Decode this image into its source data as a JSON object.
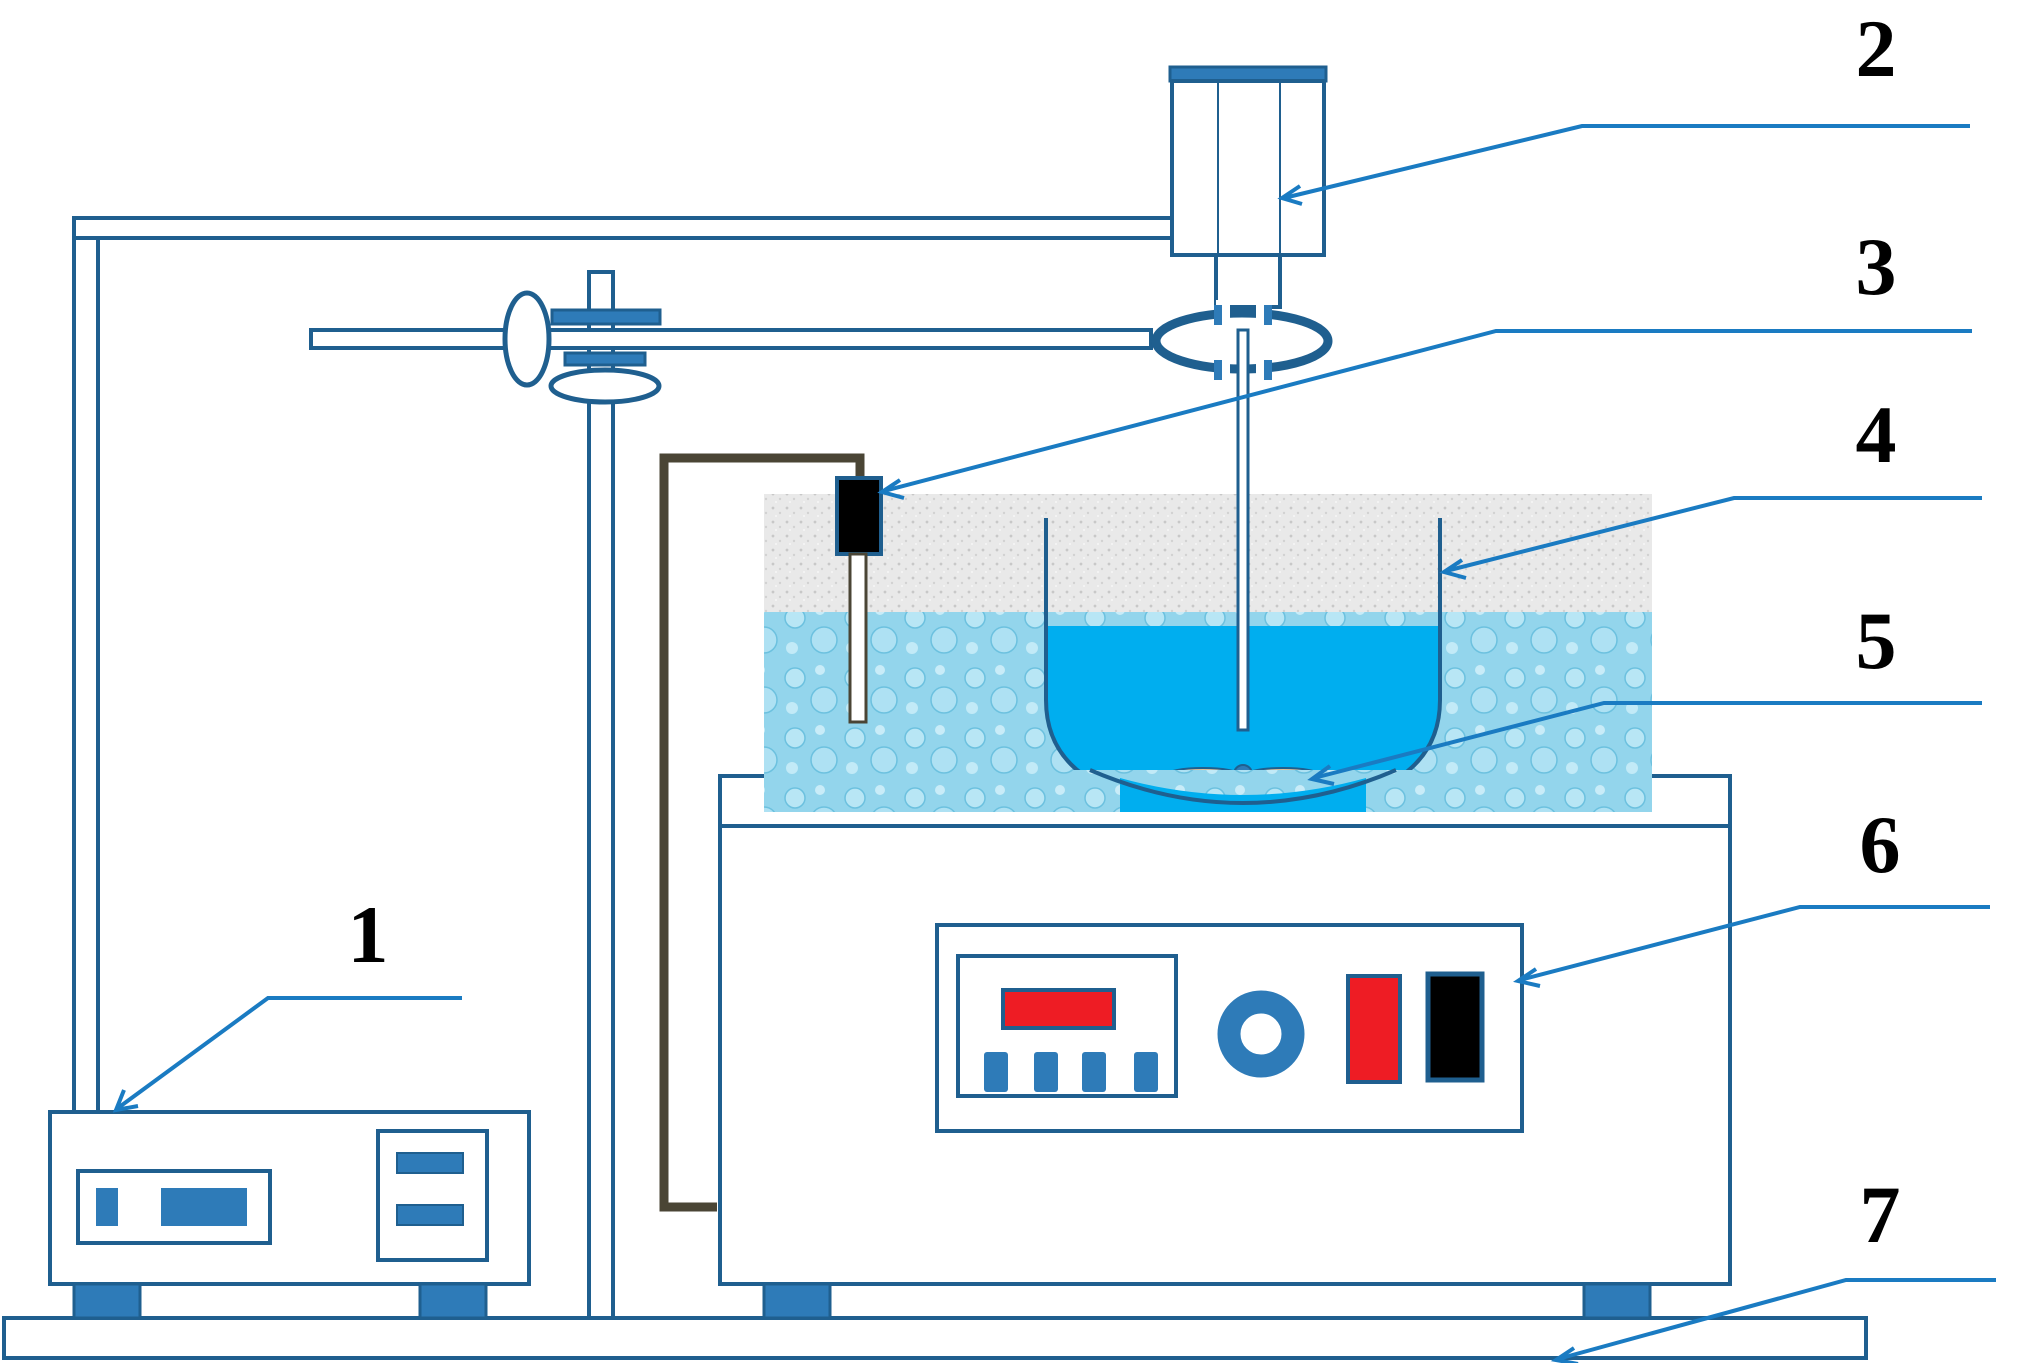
{
  "labels": {
    "l1": "1",
    "l2": "2",
    "l3": "3",
    "l4": "4",
    "l5": "5",
    "l6": "6",
    "l7": "7"
  },
  "colors": {
    "outline": "#1f5f8f",
    "panel_fill": "#2e7bb8",
    "leader": "#1a7bc2",
    "water_bath": "#8fd3ea",
    "insulation": "#e6e6e6",
    "vessel_liquid": "#00aeef",
    "cable": "#4a4535",
    "display_red": "#ee1c24",
    "button_black": "#000000",
    "impeller": "#e8c49a"
  }
}
